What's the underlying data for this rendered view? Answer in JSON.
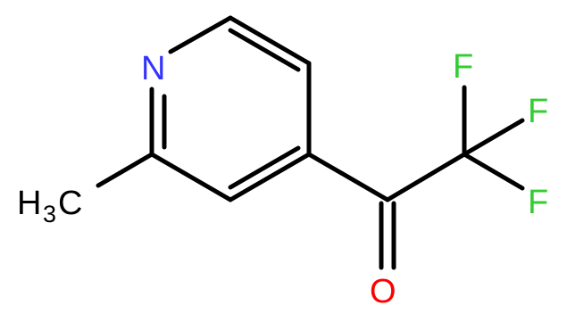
{
  "molecule": {
    "atoms": {
      "n": {
        "symbol": "N",
        "color": "#3333ff"
      },
      "o": {
        "symbol": "O",
        "color": "#ff0000"
      },
      "f1": {
        "symbol": "F",
        "color": "#33cc33"
      },
      "f2": {
        "symbol": "F",
        "color": "#33cc33"
      },
      "f3": {
        "symbol": "F",
        "color": "#33cc33"
      },
      "methyl": {
        "symbol": "H",
        "subscript": "3",
        "suffix": "C",
        "color": "#000000"
      }
    },
    "bond_color": "#000000"
  }
}
